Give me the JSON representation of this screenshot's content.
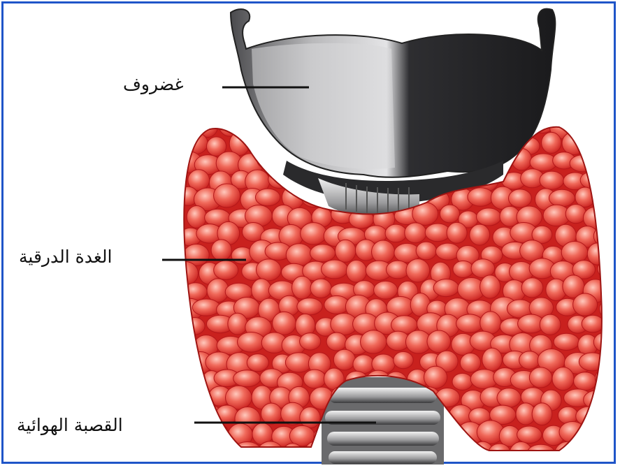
{
  "labels": {
    "cartilage": "غضروف",
    "thyroid_gland": "الغدة الدرقية",
    "trachea": "القصبة الهوائية"
  },
  "colors": {
    "frame_border": "#1f55c8",
    "gland": "#e2372f",
    "cartilage": "#6f6f72",
    "leader_line": "#111111"
  }
}
